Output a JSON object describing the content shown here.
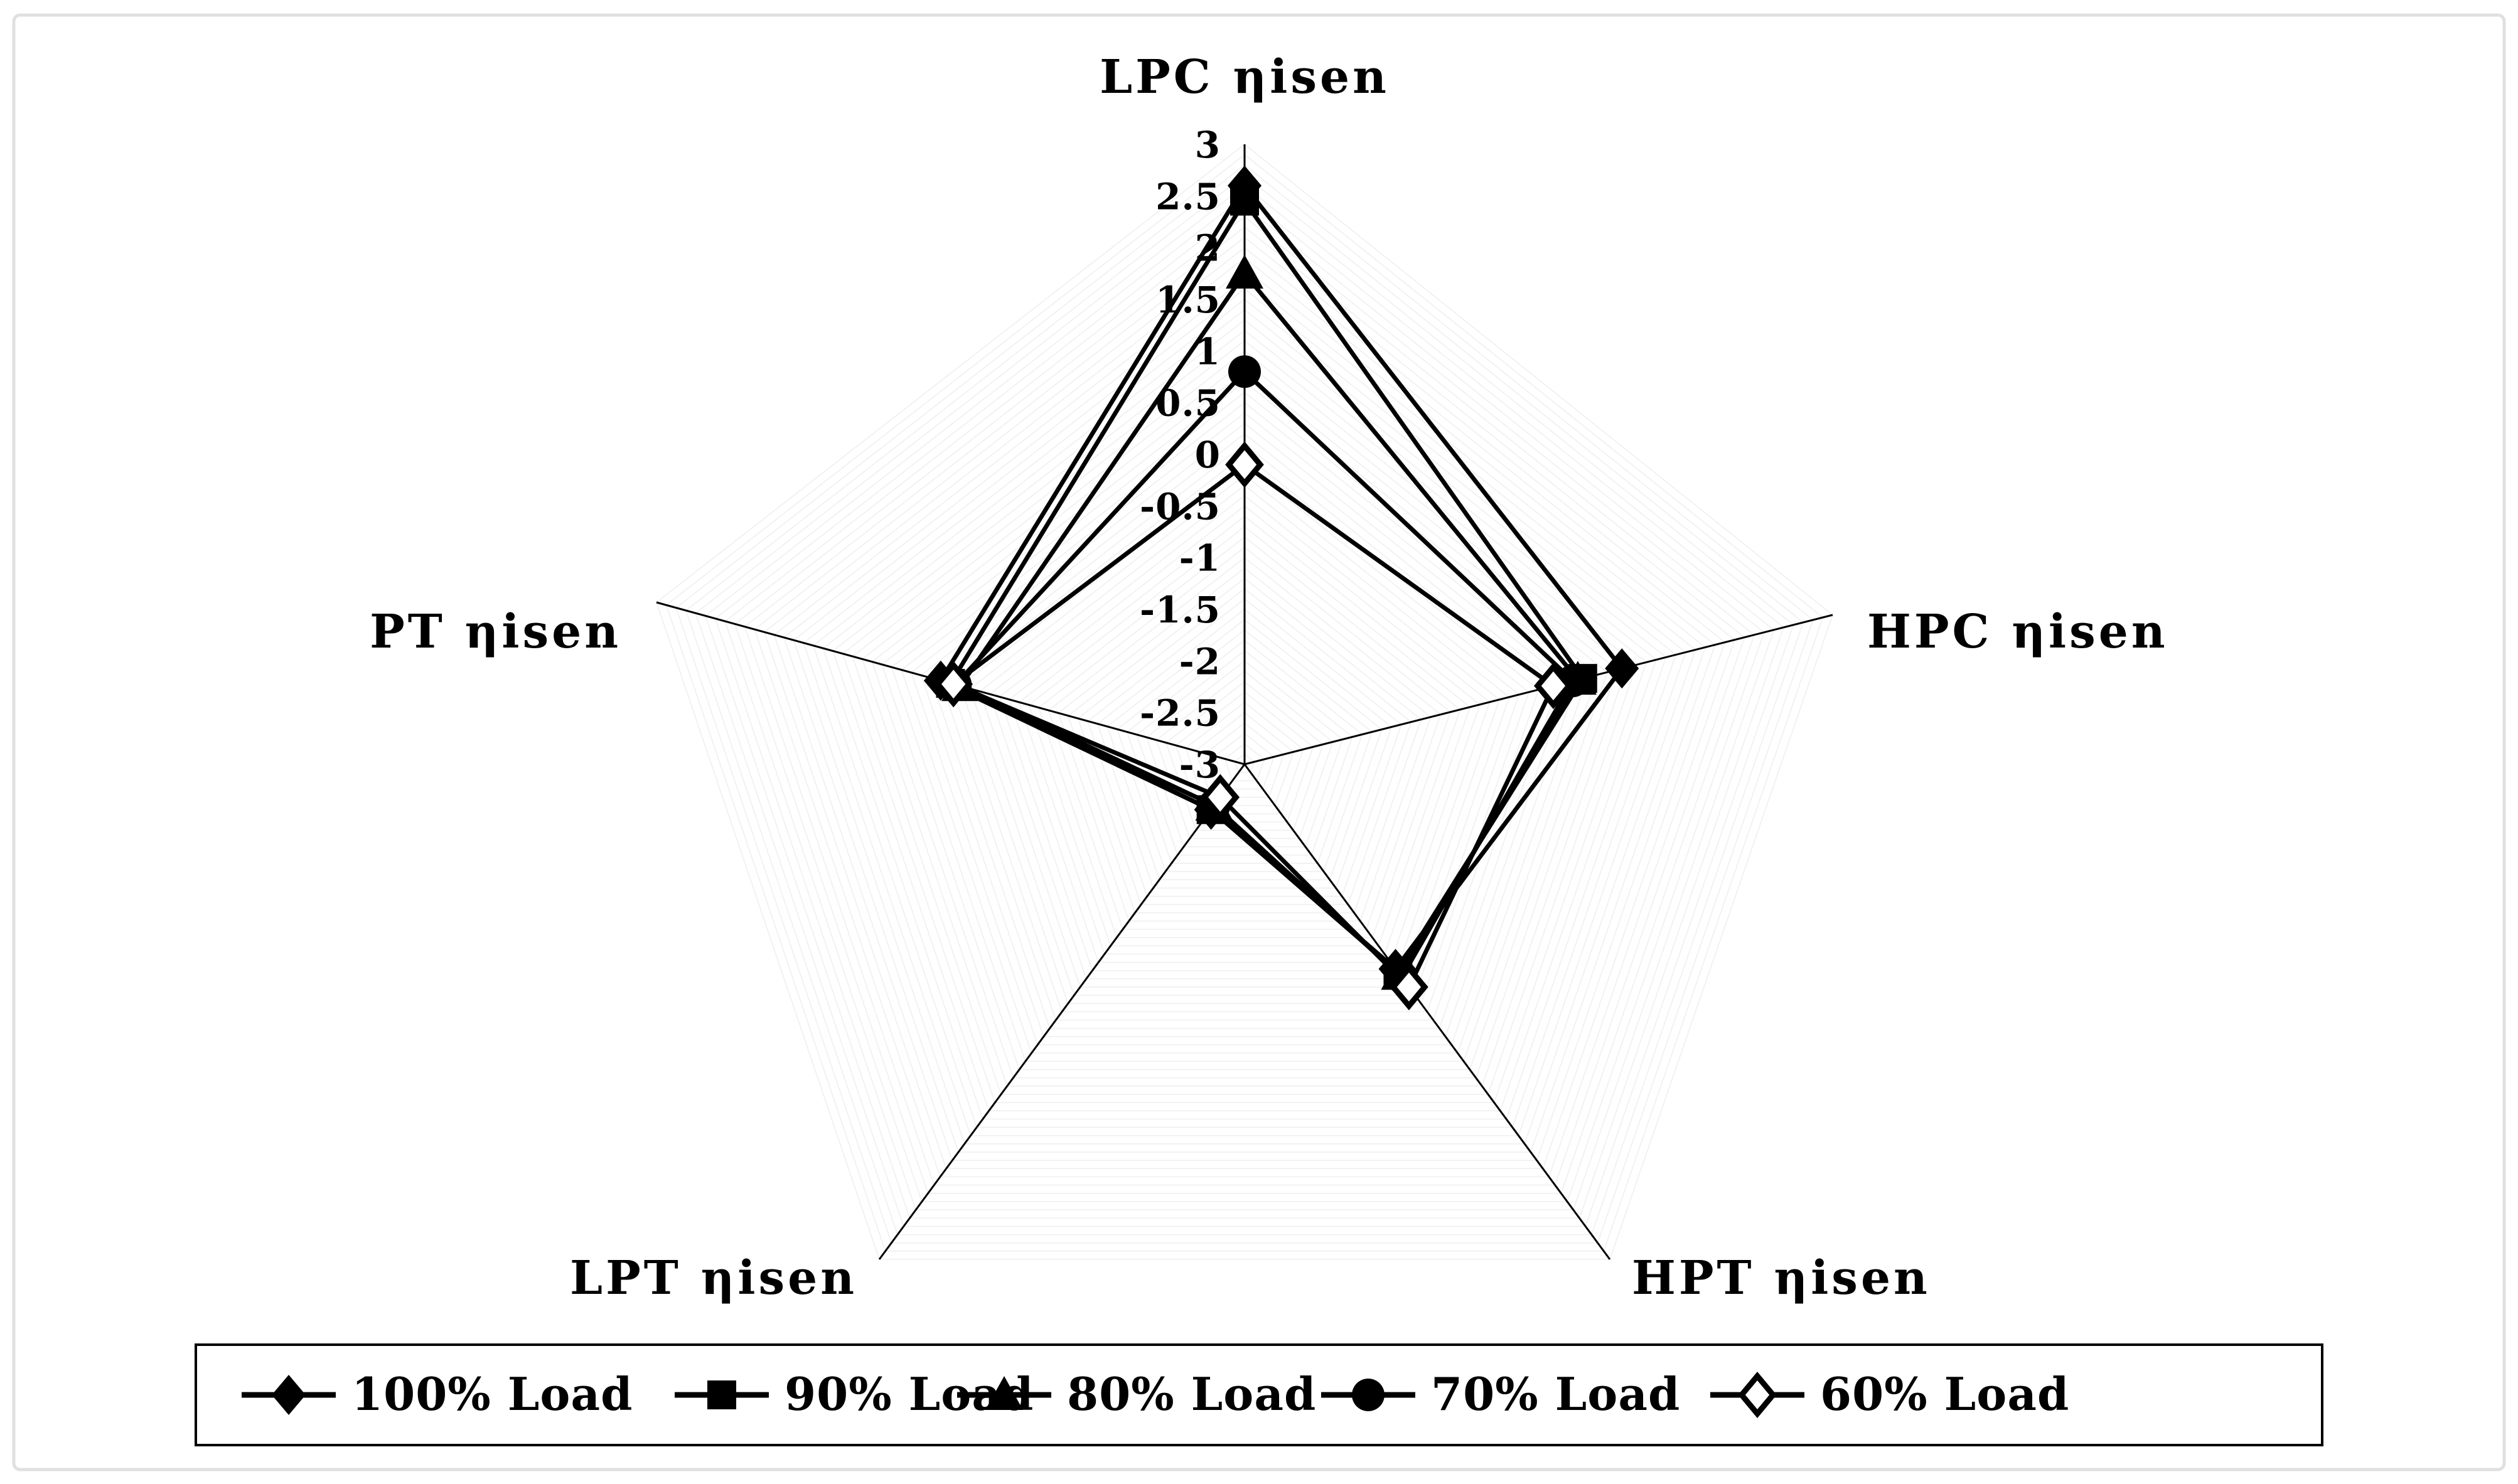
{
  "figure": {
    "background_color": "#ffffff",
    "outer_border_color": "#e0e0e0",
    "series_color": "#000000",
    "grid_color": "#efefef",
    "spoke_color": "#000000"
  },
  "chart_data": {
    "type": "radar",
    "title": "",
    "categories": [
      "LPC ηisen",
      "HPC ηisen",
      "HPT ηisen",
      "LPT ηisen",
      "PT ηisen"
    ],
    "axis": {
      "min": -3,
      "max": 3,
      "tick_interval": 0.5,
      "tick_labels": [
        "3",
        "2.5",
        "2",
        "1.5",
        "1",
        "0.5",
        "0",
        "-0.5",
        "-1",
        "-1.5",
        "-2",
        "-2.5",
        "-3"
      ],
      "grid": "concentric-pentagon-minor-rings",
      "ring_count": 60
    },
    "series": [
      {
        "name": "100% Load",
        "marker": "diamond-filled",
        "color": "#000000",
        "values": [
          2.6,
          0.85,
          -0.52,
          -2.45,
          0.1
        ]
      },
      {
        "name": "90% Load",
        "marker": "square-filled",
        "color": "#000000",
        "values": [
          2.45,
          0.45,
          -0.48,
          -2.45,
          0.0
        ]
      },
      {
        "name": "80% Load",
        "marker": "triangle-filled",
        "color": "#000000",
        "values": [
          1.75,
          0.4,
          -0.45,
          -2.5,
          -0.1
        ]
      },
      {
        "name": "70% Load",
        "marker": "circle-filled",
        "color": "#000000",
        "values": [
          0.8,
          0.35,
          -0.42,
          -2.5,
          -0.05
        ]
      },
      {
        "name": "60% Load",
        "marker": "diamond-open",
        "color": "#000000",
        "values": [
          -0.1,
          0.15,
          -0.3,
          -2.6,
          -0.03
        ]
      }
    ],
    "legend": {
      "position": "bottom",
      "border_color": "#000000",
      "labels": [
        "100% Load",
        "90% Load",
        "80% Load",
        "70% Load",
        "60% Load"
      ]
    }
  }
}
